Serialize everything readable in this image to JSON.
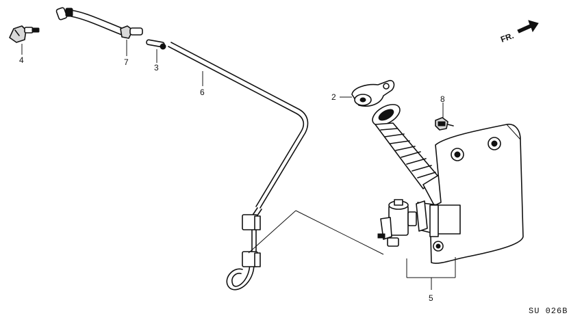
{
  "callouts": {
    "c1": "4",
    "c2": "7",
    "c3": "3",
    "c4": "6",
    "c5": "2",
    "c6": "8",
    "c7": "5"
  },
  "direction_label": "FR.",
  "diagram_code": "SU 026B"
}
